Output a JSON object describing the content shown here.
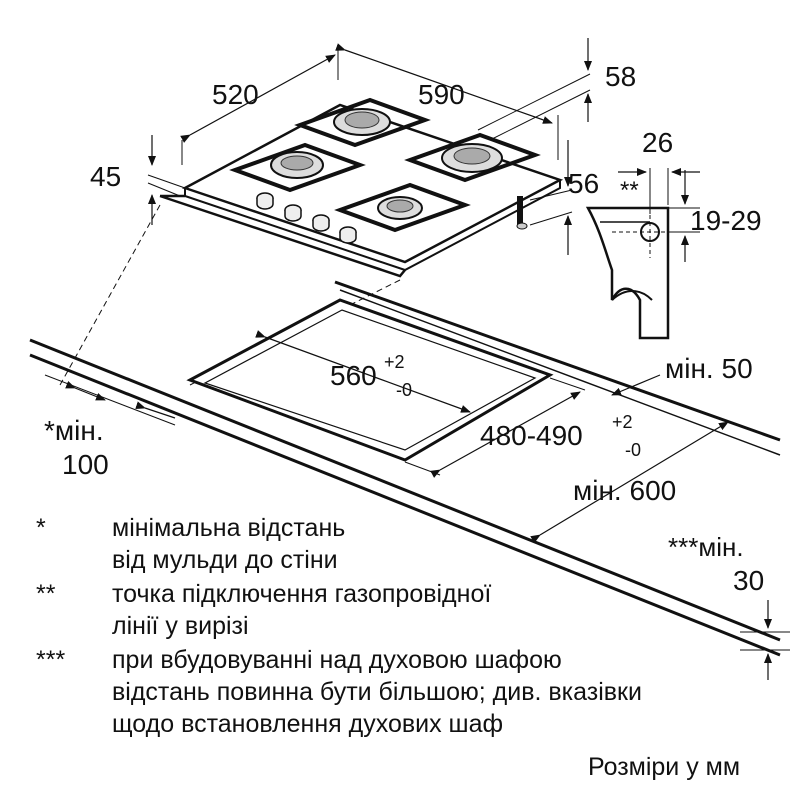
{
  "hob": {
    "depth": "520",
    "width": "590",
    "height": "45",
    "burner_offset": "58",
    "connector_height": "56"
  },
  "bracket": {
    "connector_width": "26",
    "marker": "**",
    "worktop_thickness": "19-29"
  },
  "cutout": {
    "width_base": "560",
    "width_plus": "+2",
    "width_minus": "-0",
    "depth_base": "480-490",
    "depth_plus": "+2",
    "depth_minus": "-0"
  },
  "clearances": {
    "back_min": "мін. 50",
    "wall_prefix": "*мін.",
    "wall_value": "100",
    "front_min": "мін. 600",
    "oven_prefix": "***мін.",
    "oven_value": "30"
  },
  "notes": [
    {
      "mark": "*",
      "lines": [
        "мінімальна відстань",
        "від мульди до стіни"
      ]
    },
    {
      "mark": "**",
      "lines": [
        "точка підключення газопровідної",
        "лінії у вирізі"
      ]
    },
    {
      "mark": "***",
      "lines": [
        "при вбудовуванні над духовою шафою",
        "відстань повинна бути більшою; див. вказівки",
        "щодо встановлення духових шаф"
      ]
    }
  ],
  "units_note": "Розміри у мм"
}
